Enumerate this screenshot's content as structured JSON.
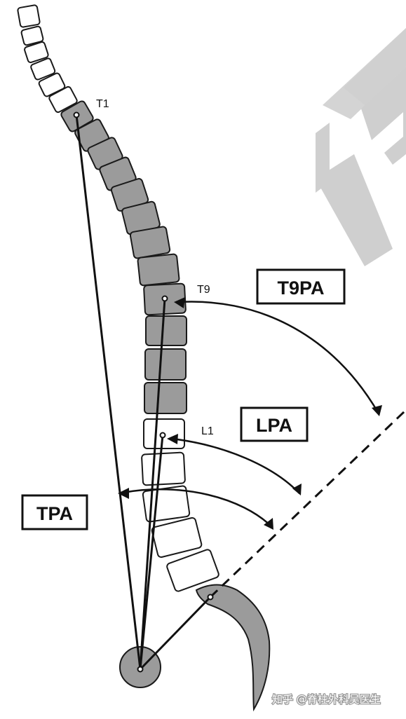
{
  "labels": {
    "t1": "T1",
    "t9": "T9",
    "l1": "L1",
    "tpa": "TPA",
    "t9pa": "T9PA",
    "lpa": "LPA"
  },
  "watermark": "知乎 @脊柱外科吴医生",
  "colors": {
    "vertebra_shaded": "#9b9b9b",
    "vertebra_plain": "#ffffff",
    "outline": "#1a1a1a",
    "watermark_shape": "#cfcfcf"
  }
}
